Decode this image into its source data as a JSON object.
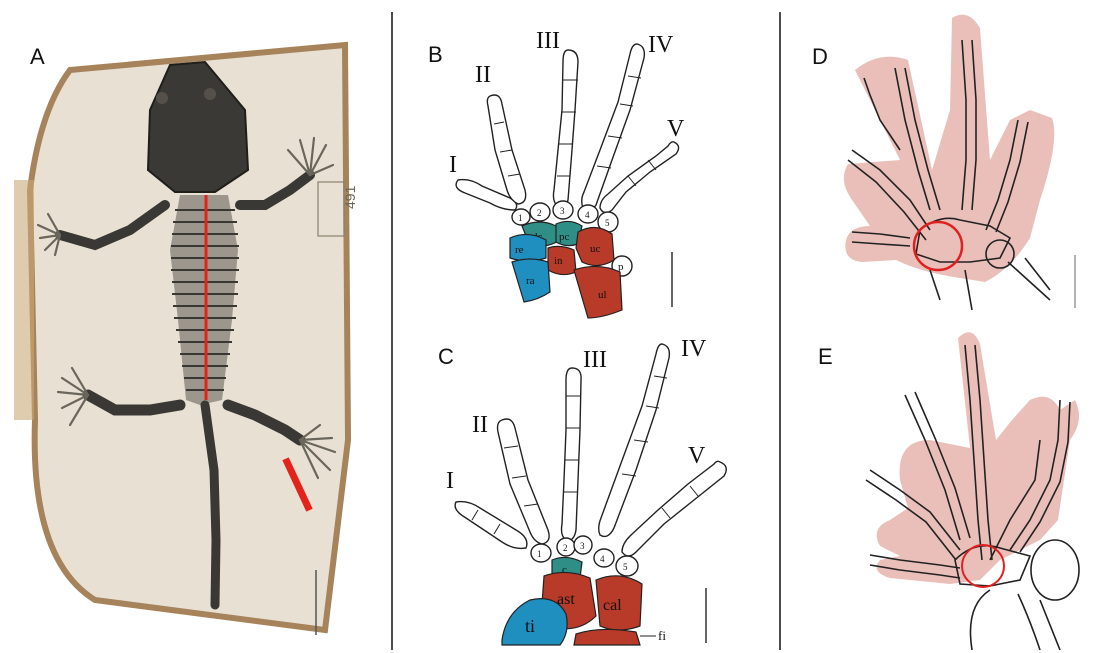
{
  "panels": {
    "A": {
      "letter": "A"
    },
    "B": {
      "letter": "B",
      "digits": [
        "I",
        "II",
        "III",
        "IV",
        "V"
      ],
      "distal_carpals": [
        "1",
        "2",
        "3",
        "4",
        "5"
      ],
      "bones": {
        "dc": "dc",
        "pc": "pc",
        "uc": "uc",
        "in": "in",
        "re": "re",
        "ra": "ra",
        "p": "p",
        "ul": "ul"
      }
    },
    "C": {
      "letter": "C",
      "digits": [
        "I",
        "II",
        "III",
        "IV",
        "V"
      ],
      "distal_tarsals": [
        "1",
        "2",
        "3",
        "4",
        "5"
      ],
      "bones": {
        "c": "c",
        "ast": "ast",
        "cal": "cal",
        "ti": "ti",
        "fi": "fi"
      }
    },
    "D": {
      "letter": "D"
    },
    "E": {
      "letter": "E"
    },
    "specimen_number": "491"
  },
  "colors": {
    "blue": "#1f8fc0",
    "teal": "#2f8f86",
    "red": "#b83a28",
    "pink": "#d98b80",
    "circle": "#e02020",
    "slab": "#e8e1d3",
    "slab_edge": "#a6835a",
    "fossil": "#3a3834"
  }
}
